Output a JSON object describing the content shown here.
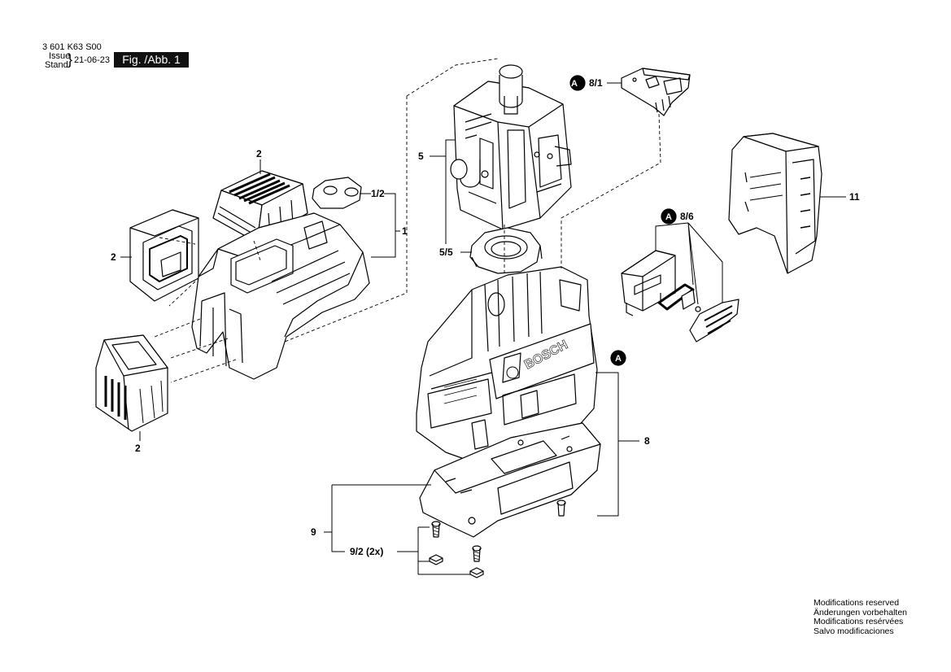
{
  "header": {
    "part_number": "3 601 K63 S00",
    "issue_label": "Issue",
    "stand_label": "Stand",
    "date": "21-06-23",
    "figure": "Fig. /Abb. 1"
  },
  "callouts": {
    "c1": "1",
    "c1_2": "1/2",
    "c2_top": "2",
    "c2_left": "2",
    "c2_bottom": "2",
    "c5": "5",
    "c5_5": "5/5",
    "c8": "8",
    "c8_1": "8/1",
    "c8_6": "8/6",
    "c9": "9",
    "c9_2": "9/2 (2x)",
    "c11": "11",
    "markerA": "A"
  },
  "branding": {
    "housing_logo": "BOSCH"
  },
  "footer": {
    "line1": "Modifications reserved",
    "line2": "Änderungen vorbehalten",
    "line3": "Modifications resérvées",
    "line4": "Salvo modificaciones"
  }
}
